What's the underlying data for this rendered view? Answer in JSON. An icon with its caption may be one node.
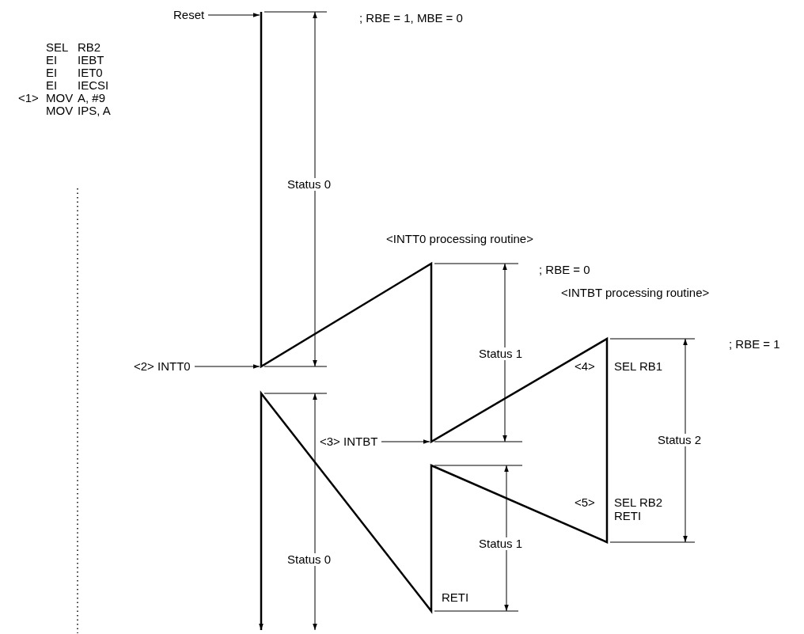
{
  "diagram": {
    "nodes": [
      {
        "text": [
          "Reset"
        ]
      },
      {
        "text": [
          "<2> INTT0"
        ]
      },
      {
        "text": [
          "<3> INTBT"
        ]
      }
    ],
    "edges": [
      {
        "from": 0,
        "to": null,
        "arrow": "to"
      },
      {
        "from": 1,
        "to": null,
        "arrow": "to"
      },
      {
        "from": 2,
        "to": null,
        "arrow": "to"
      }
    ],
    "labels": [
      "; RBE = 1, MBE = 0",
      "SEL",
      "RB2",
      "EI",
      "IEBT",
      "EI",
      "IET0",
      "EI",
      "IECSI",
      "<1>",
      "MOV",
      "A, #9",
      "MOV",
      "IPS, A",
      "Status 0",
      "<INTT0 processing routine>",
      "; RBE = 0",
      "<INTBT processing routine>",
      "; RBE = 1",
      "Status 1",
      "<4>",
      "SEL RB1",
      "Status 2",
      "<5>",
      "SEL RB2",
      "RETI",
      "Status 1",
      "RETI",
      "Status 0"
    ]
  }
}
